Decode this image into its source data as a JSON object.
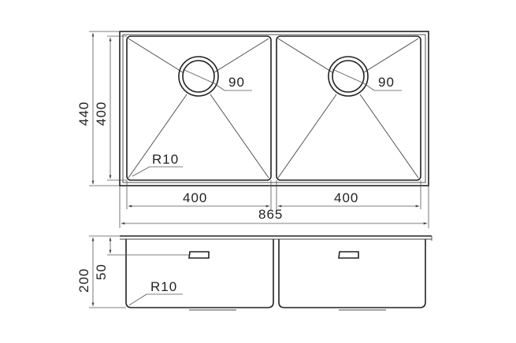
{
  "drawing": {
    "top_view": {
      "overall_height": "440",
      "bowl_height": "400",
      "drain_diameter_left": "90",
      "drain_diameter_right": "90",
      "corner_radius": "R10",
      "bowl_width_left": "400",
      "bowl_width_right": "400",
      "overall_width": "865"
    },
    "side_view": {
      "overall_depth": "200",
      "overflow_offset": "50",
      "corner_radius": "R10"
    }
  }
}
